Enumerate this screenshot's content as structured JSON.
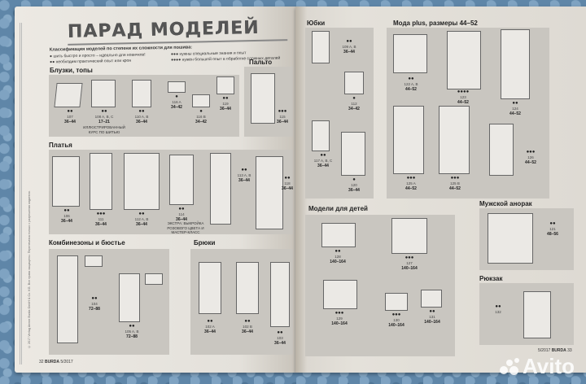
{
  "magazine": {
    "title": "ПАРАД МОДЕЛЕЙ",
    "brand": "BURDA",
    "issue": "5/2017",
    "left_page_number": "32",
    "right_page_number": "33",
    "copyright_vertical": "© 2017 Verlag Aenne Burda GmbH & Co. KG. Все права защищены. Перепечатка только с разрешения издателя."
  },
  "legend": {
    "heading": "Классификация моделей по степени их сложности для пошива:",
    "levels": [
      {
        "dots": "●",
        "text": "шить быстро и просто – идеально для новичков!"
      },
      {
        "dots": "●●●",
        "text": "нужны специальные знания и опыт"
      },
      {
        "dots": "●●",
        "text": "необходим практический опыт или кроя"
      },
      {
        "dots": "●●●●",
        "text": "нужен большой опыт в обработке сложных деталей"
      }
    ]
  },
  "sections": {
    "blouses": {
      "title": "Блузки, топы",
      "items": [
        {
          "dots": "●●",
          "num": "107",
          "size": "36–44"
        },
        {
          "dots": "●●",
          "num": "108 A, B, C",
          "size": "17–21"
        },
        {
          "dots": "●●",
          "num": "110 A, B",
          "size": "36–44"
        },
        {
          "dots": "●",
          "num": "116 A",
          "size": "34–42"
        },
        {
          "dots": "●",
          "num": "116 B",
          "size": "34–42"
        },
        {
          "dots": "●●",
          "num": "119",
          "size": "36–44"
        }
      ],
      "note": "ИЛЛЮСТРИРОВАННЫЙ КУРС ПО ШИТЬЮ"
    },
    "coat": {
      "title": "Пальто",
      "items": [
        {
          "dots": "●●●",
          "num": "115",
          "size": "36–44"
        }
      ]
    },
    "dresses": {
      "title": "Платья",
      "items": [
        {
          "dots": "●●",
          "num": "106",
          "size": "36–44"
        },
        {
          "dots": "●●●",
          "num": "111",
          "size": "36–44"
        },
        {
          "dots": "●●",
          "num": "112 A, B",
          "size": "36–44"
        },
        {
          "dots": "●●",
          "num": "114",
          "size": "36–44"
        },
        {
          "dots": "●●",
          "num": "113 A, B",
          "size": "36–44"
        },
        {
          "dots": "●●",
          "num": "118",
          "size": "36–44"
        }
      ],
      "note": "ЭКСТРА: ВЫКРОЙКА РОЗОВОГО ЦВЕТА И МАСТЕР-КЛАСС"
    },
    "jumpsuits": {
      "title": "Комбинезоны и бюстье",
      "items": [
        {
          "dots": "●●",
          "num": "104",
          "size": "72–88"
        },
        {
          "dots": "●●",
          "num": "105 A, B",
          "size": "72–88"
        }
      ]
    },
    "trousers": {
      "title": "Брюки",
      "items": [
        {
          "dots": "●●",
          "num": "102 A",
          "size": "36–44"
        },
        {
          "dots": "●●",
          "num": "102 B",
          "size": "36–44"
        },
        {
          "dots": "●●",
          "num": "103",
          "size": "36–44"
        }
      ]
    },
    "skirts": {
      "title": "Юбки",
      "items": [
        {
          "dots": "●●",
          "num": "109 A, B",
          "size": "36–44"
        },
        {
          "dots": "●",
          "num": "112",
          "size": "34–42"
        },
        {
          "dots": "●●",
          "num": "117 A, B, C",
          "size": "36–44"
        },
        {
          "dots": "●",
          "num": "120",
          "size": "36–44"
        }
      ]
    },
    "plus": {
      "title": "Мода plus, размеры 44–52",
      "items": [
        {
          "dots": "●●",
          "num": "122 A, B",
          "size": "44–52"
        },
        {
          "dots": "●●●●",
          "num": "123",
          "size": "44–52"
        },
        {
          "dots": "●●",
          "num": "124",
          "size": "44–52"
        },
        {
          "dots": "●●●",
          "num": "125 A",
          "size": "44–52"
        },
        {
          "dots": "●●●",
          "num": "125 B",
          "size": "44–52"
        },
        {
          "dots": "●●●",
          "num": "126",
          "size": "44–52"
        }
      ]
    },
    "kids": {
      "title": "Модели для детей",
      "items": [
        {
          "dots": "●●",
          "num": "128",
          "size": "140–164"
        },
        {
          "dots": "●●●",
          "num": "127",
          "size": "140–164"
        },
        {
          "dots": "●●●",
          "num": "129",
          "size": "140–164"
        },
        {
          "dots": "●●●",
          "num": "130",
          "size": "140–164"
        },
        {
          "dots": "●●",
          "num": "131",
          "size": "140–164"
        }
      ]
    },
    "anorak": {
      "title": "Мужской анорак",
      "items": [
        {
          "dots": "●●",
          "num": "121",
          "size": "48–56"
        }
      ]
    },
    "backpack": {
      "title": "Рюкзак",
      "items": [
        {
          "dots": "●●",
          "num": "132",
          "size": ""
        }
      ]
    }
  },
  "watermark": {
    "text": "Avito"
  }
}
